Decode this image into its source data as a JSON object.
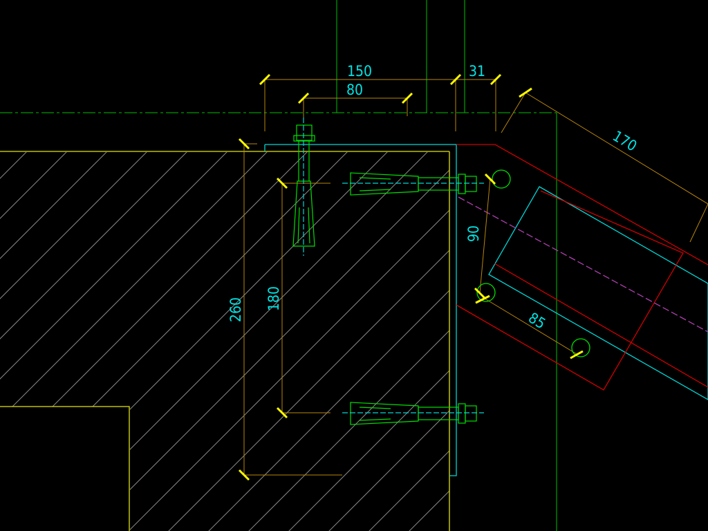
{
  "drawing": {
    "dimensions": {
      "d150": "150",
      "d80": "80",
      "d31": "31",
      "d170": "170",
      "d90": "90",
      "d260": "260",
      "d180": "180",
      "d85": "85"
    },
    "colors": {
      "background": "#000000",
      "outline_yellow": "#e5e500",
      "dimension_line": "#b8860b",
      "tick_yellow": "#ffff00",
      "steel_cyan": "#00d5d5",
      "anchor_green": "#00e000",
      "grid_green": "#00c000",
      "plate_red": "#d00000",
      "centerline_magenta": "#b040b0",
      "hatch_gray": "#8a8a8a",
      "text_cyan": "#00e5e5"
    }
  }
}
